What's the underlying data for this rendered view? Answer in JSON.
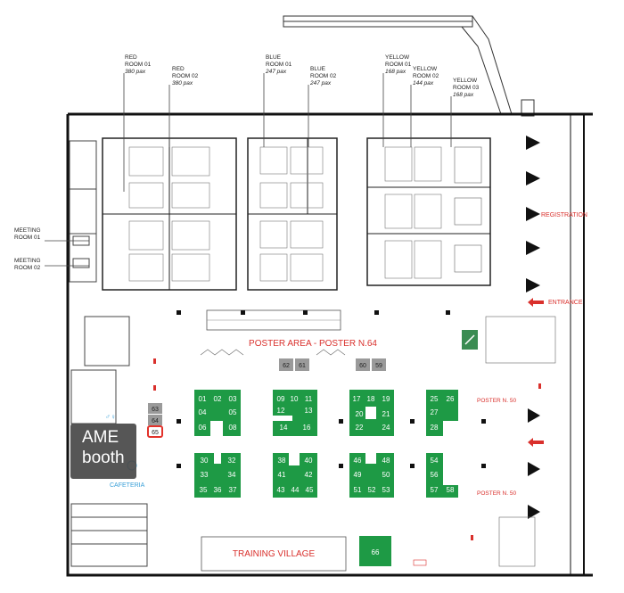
{
  "rooms": [
    {
      "name": "RED",
      "line2": "ROOM 01",
      "cap": "380 pax"
    },
    {
      "name": "RED",
      "line2": "ROOM 02",
      "cap": "380 pax"
    },
    {
      "name": "BLUE",
      "line2": "ROOM 01",
      "cap": "247 pax"
    },
    {
      "name": "BLUE",
      "line2": "ROOM 02",
      "cap": "247 pax"
    },
    {
      "name": "YELLOW",
      "line2": "ROOM 01",
      "cap": "168 pax"
    },
    {
      "name": "YELLOW",
      "line2": "ROOM 02",
      "cap": "144 pax"
    },
    {
      "name": "YELLOW",
      "line2": "ROOM 03",
      "cap": "168 pax"
    }
  ],
  "meeting": [
    {
      "l1": "MEETING",
      "l2": "ROOM 01"
    },
    {
      "l1": "MEETING",
      "l2": "ROOM 02"
    }
  ],
  "labels": {
    "poster_area": "POSTER AREA - POSTER N.64",
    "registration": "REGISTRATION",
    "entrance": "ENTRANCE",
    "poster_50a": "POSTER N. 50",
    "poster_50b": "POSTER N. 50",
    "training": "TRAINING VILLAGE",
    "cafeteria": "CAFETERIA",
    "ame_l1": "AME",
    "ame_l2": "booth"
  },
  "booths": {
    "b01": "01",
    "b02": "02",
    "b03": "03",
    "b04": "04",
    "b05": "05",
    "b06": "06",
    "b08": "08",
    "b09": "09",
    "b10": "10",
    "b11": "11",
    "b12": "12",
    "b13": "13",
    "b14": "14",
    "b16": "16",
    "b17": "17",
    "b18": "18",
    "b19": "19",
    "b20": "20",
    "b21": "21",
    "b22": "22",
    "b24": "24",
    "b25": "25",
    "b26": "26",
    "b27": "27",
    "b28": "28",
    "b30": "30",
    "b32": "32",
    "b33": "33",
    "b34": "34",
    "b35": "35",
    "b36": "36",
    "b37": "37",
    "b38": "38",
    "b40": "40",
    "b41": "41",
    "b42": "42",
    "b43": "43",
    "b44": "44",
    "b45": "45",
    "b46": "46",
    "b48": "48",
    "b49": "49",
    "b50": "50",
    "b51": "51",
    "b52": "52",
    "b53": "53",
    "b54": "54",
    "b56": "56",
    "b57": "57",
    "b58": "58",
    "b59": "59",
    "b60": "60",
    "b61": "61",
    "b62": "62",
    "b63": "63",
    "b64": "64",
    "b65": "65",
    "b66": "66"
  },
  "colors": {
    "booth": "#1e9a45",
    "booth_highlight": "#e2322b",
    "text_red": "#d9302c"
  }
}
